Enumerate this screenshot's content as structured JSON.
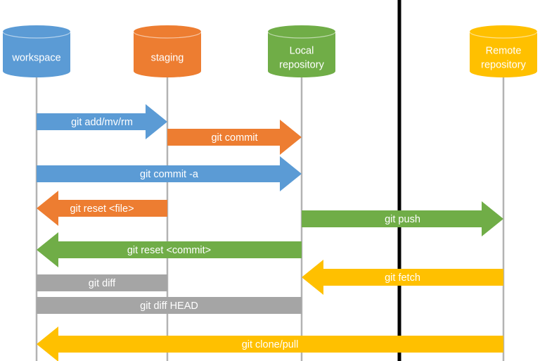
{
  "colors": {
    "blue": "#5b9bd5",
    "orange": "#ed7d31",
    "green": "#70ad47",
    "yellow": "#ffc000",
    "gray": "#a5a5a5",
    "lifeline": "#b3b3b3",
    "divider": "#000000"
  },
  "stores": [
    {
      "key": "workspace",
      "lines": [
        "workspace"
      ],
      "color": "blue"
    },
    {
      "key": "staging",
      "lines": [
        "staging"
      ],
      "color": "orange"
    },
    {
      "key": "local",
      "lines": [
        "Local",
        "repository"
      ],
      "color": "green"
    },
    {
      "key": "remote",
      "lines": [
        "Remote",
        "repository"
      ],
      "color": "yellow"
    }
  ],
  "commands": [
    {
      "key": "git-add",
      "label": "git add/mv/rm",
      "from": "workspace",
      "to": "staging",
      "color": "blue"
    },
    {
      "key": "git-commit",
      "label": "git commit",
      "from": "staging",
      "to": "local",
      "color": "orange"
    },
    {
      "key": "git-commit-a",
      "label": "git commit -a",
      "from": "workspace",
      "to": "local",
      "color": "blue"
    },
    {
      "key": "git-reset-file",
      "label": "git reset <file>",
      "from": "staging",
      "to": "workspace",
      "color": "orange"
    },
    {
      "key": "git-push",
      "label": "git push",
      "from": "local",
      "to": "remote",
      "color": "green"
    },
    {
      "key": "git-reset-commit",
      "label": "git reset <commit>",
      "from": "local",
      "to": "workspace",
      "color": "green"
    },
    {
      "key": "git-fetch",
      "label": "git fetch",
      "from": "remote",
      "to": "local",
      "color": "yellow"
    },
    {
      "key": "git-diff",
      "label": "git diff",
      "from": "workspace",
      "to": "staging",
      "color": "gray",
      "arrow": false
    },
    {
      "key": "git-diff-head",
      "label": "git diff HEAD",
      "from": "workspace",
      "to": "local",
      "color": "gray",
      "arrow": false
    },
    {
      "key": "git-clone-pull",
      "label": "git clone/pull",
      "from": "remote",
      "to": "workspace",
      "color": "yellow"
    }
  ]
}
